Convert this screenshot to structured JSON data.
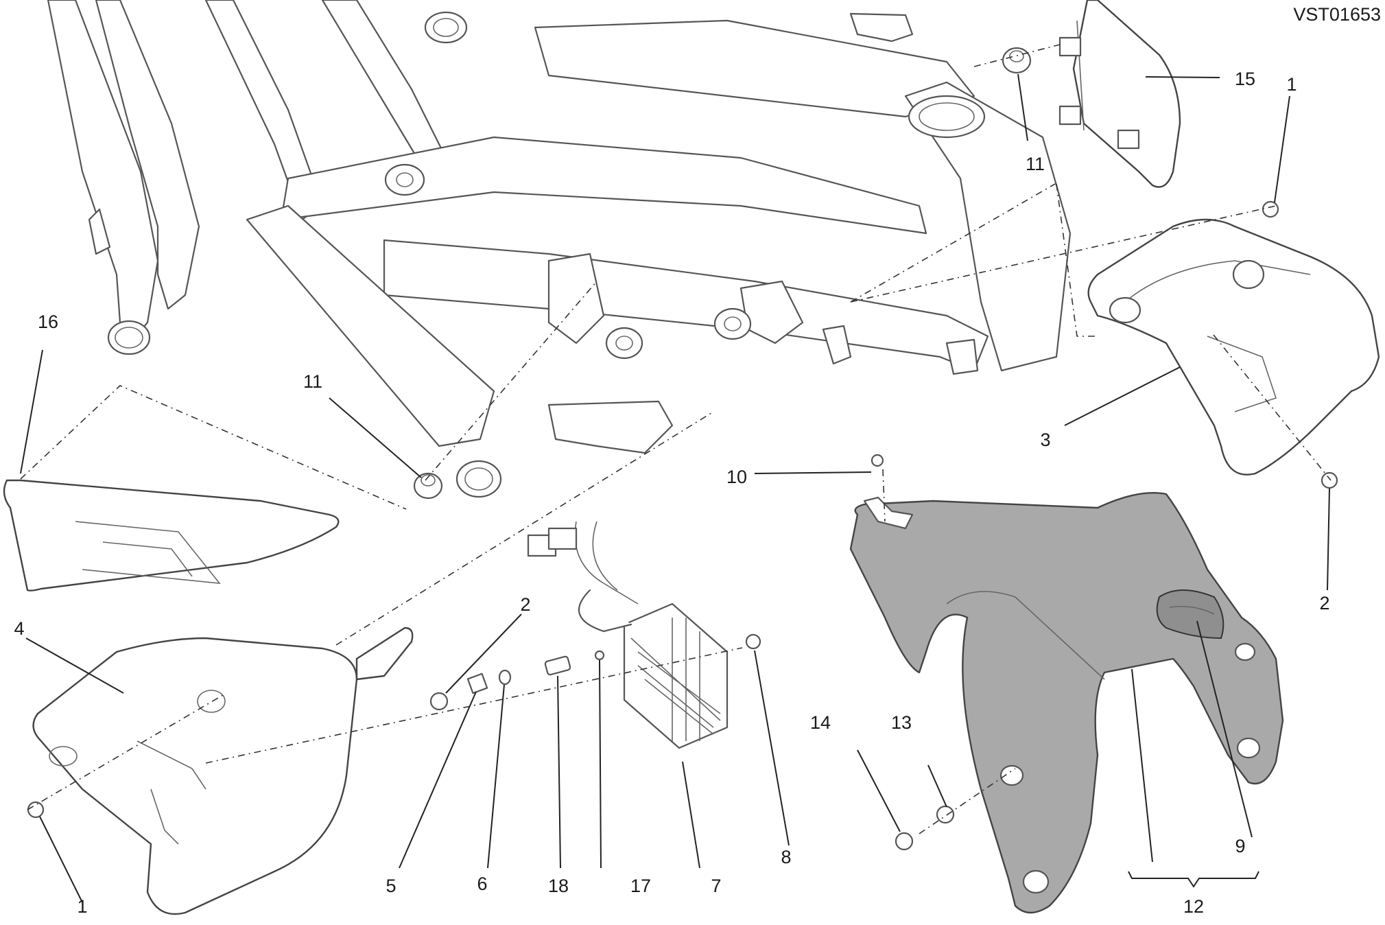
{
  "diagram_code": "VST01653",
  "callouts": [
    "1",
    "2",
    "3",
    "4",
    "5",
    "6",
    "7",
    "8",
    "9",
    "10",
    "11",
    "12",
    "13",
    "14",
    "15",
    "16",
    "17",
    "18"
  ]
}
